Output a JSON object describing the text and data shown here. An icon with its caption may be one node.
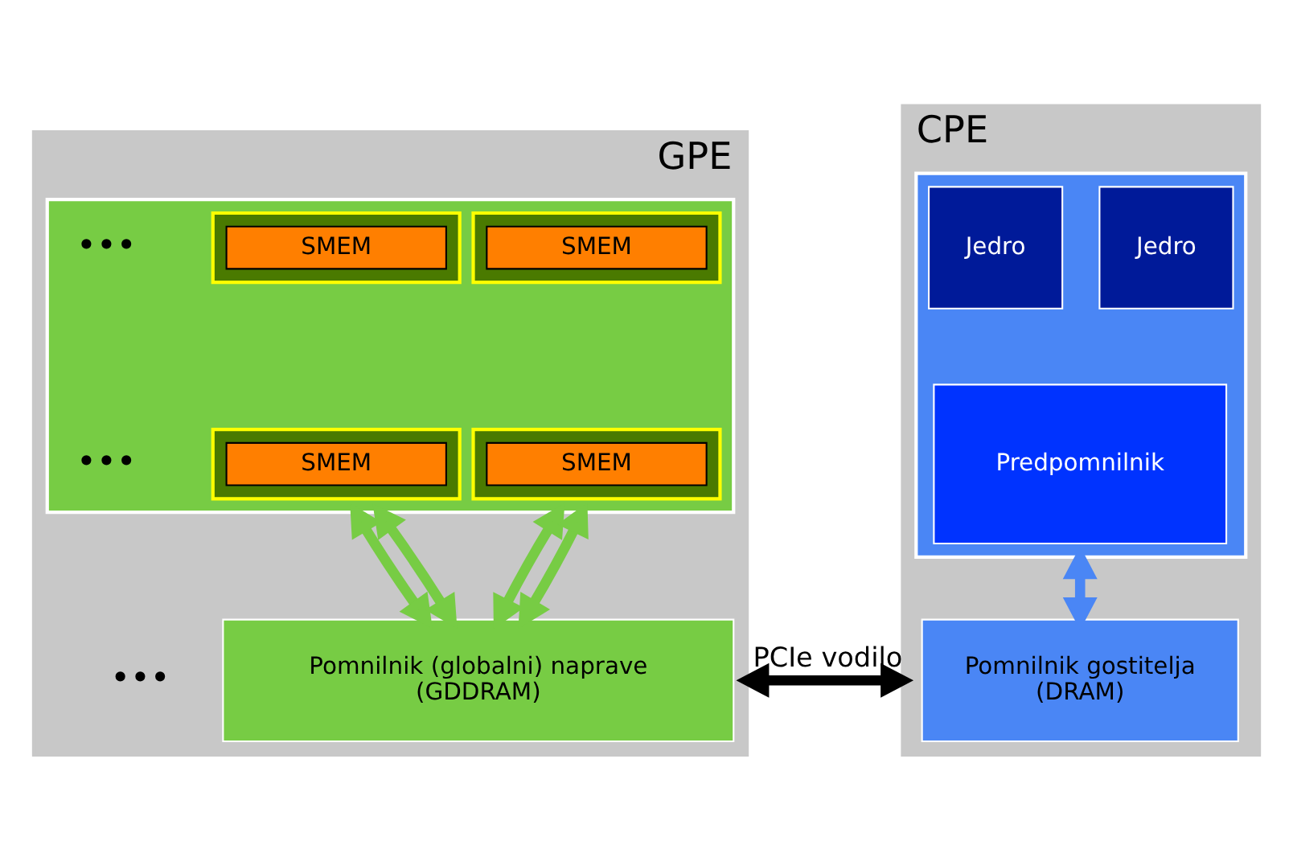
{
  "diagram": {
    "nodes": [
      {
        "text": [
          "GPE"
        ]
      },
      {
        "text": [],
        "shape": "box",
        "in": 0
      },
      {
        "text": [],
        "shape": "box",
        "in": 1
      },
      {
        "text": [
          "SMEM"
        ],
        "in": 2
      },
      {
        "text": [],
        "shape": "box",
        "in": 1
      },
      {
        "text": [
          "SMEM"
        ],
        "in": 4
      },
      {
        "text": [],
        "shape": "box",
        "in": 1
      },
      {
        "text": [
          "SMEM"
        ],
        "in": 6
      },
      {
        "text": [],
        "shape": "box",
        "in": 1
      },
      {
        "text": [
          "SMEM"
        ],
        "in": 8
      },
      {
        "text": [
          "Pomnilnik (globalni) naprave",
          "(GDDRAM)"
        ],
        "in": 0
      },
      {
        "text": [
          "CPE"
        ]
      },
      {
        "text": [],
        "shape": "box",
        "in": 11
      },
      {
        "text": [
          "Jedro"
        ],
        "in": 12
      },
      {
        "text": [
          "Jedro"
        ],
        "in": 12
      },
      {
        "text": [
          "Predpomnilnik"
        ],
        "in": 12
      },
      {
        "text": [
          "Pomnilnik gostitelja",
          "(DRAM)"
        ],
        "in": 11
      }
    ],
    "edges": [
      {
        "from": 0,
        "to": 11,
        "arrow": "both",
        "label": "PCIe vodilo",
        "color": "#000000"
      },
      {
        "from": 1,
        "to": 10,
        "arrow": "both"
      },
      {
        "from": 1,
        "to": 10,
        "arrow": "both"
      },
      {
        "from": 1,
        "to": 10,
        "arrow": "both"
      },
      {
        "from": 1,
        "to": 10,
        "arrow": "both"
      },
      {
        "from": 12,
        "to": 16,
        "arrow": "both",
        "color": "#4a86f5"
      }
    ],
    "labels": [
      "•••",
      "•••",
      "•••"
    ]
  }
}
